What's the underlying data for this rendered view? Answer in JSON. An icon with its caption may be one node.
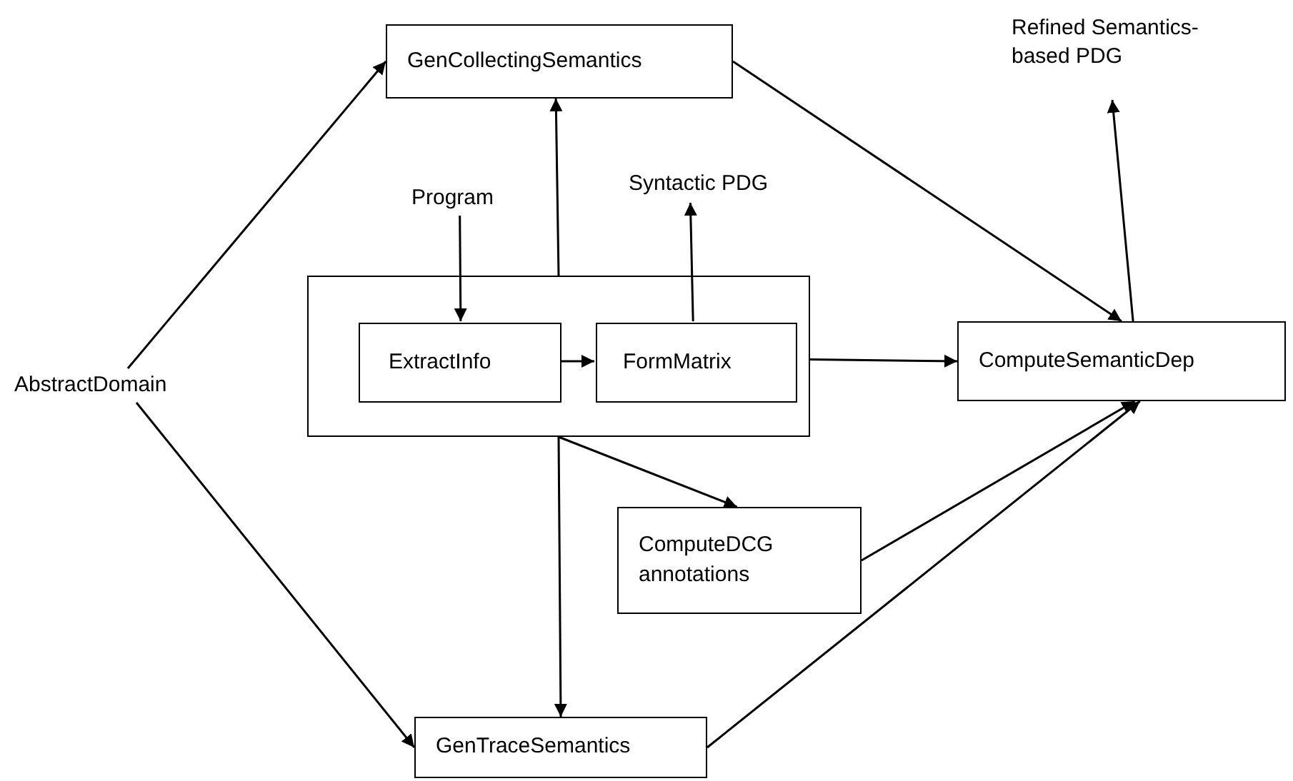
{
  "diagram": {
    "nodes": [
      {
        "text": [
          "AbstractDomain"
        ]
      },
      {
        "text": [
          "GenCollectingSemantics"
        ]
      },
      {
        "text": [
          "Program"
        ]
      },
      {
        "text": [
          "Syntactic PDG"
        ]
      },
      {
        "text": [
          "Refined Semantics- based PDG"
        ]
      },
      {
        "text": [],
        "shape": "box"
      },
      {
        "text": [
          "ExtractInfo"
        ],
        "in": 5
      },
      {
        "text": [
          "FormMatrix"
        ],
        "in": 5
      },
      {
        "text": [
          "ComputeSemanticDep"
        ]
      },
      {
        "text": [
          "ComputeDCG annotations"
        ]
      },
      {
        "text": [
          "GenTraceSemantics"
        ]
      }
    ],
    "edges": [
      {
        "from": 0,
        "to": 1,
        "arrow": "to"
      },
      {
        "from": 0,
        "to": 10,
        "arrow": "to"
      },
      {
        "from": 2,
        "to": 6,
        "arrow": "to"
      },
      {
        "from": 5,
        "to": 1,
        "arrow": "to"
      },
      {
        "from": 6,
        "to": 7,
        "arrow": "to"
      },
      {
        "from": 7,
        "to": 3,
        "arrow": "to"
      },
      {
        "from": 5,
        "to": 8,
        "arrow": "to"
      },
      {
        "from": 1,
        "to": 8,
        "arrow": "to"
      },
      {
        "from": 8,
        "to": 4,
        "arrow": "to"
      },
      {
        "from": 5,
        "to": 9,
        "arrow": "to"
      },
      {
        "from": 5,
        "to": 10,
        "arrow": "to"
      },
      {
        "from": 9,
        "to": 8,
        "arrow": "to"
      },
      {
        "from": 10,
        "to": 8,
        "arrow": "to"
      }
    ]
  }
}
